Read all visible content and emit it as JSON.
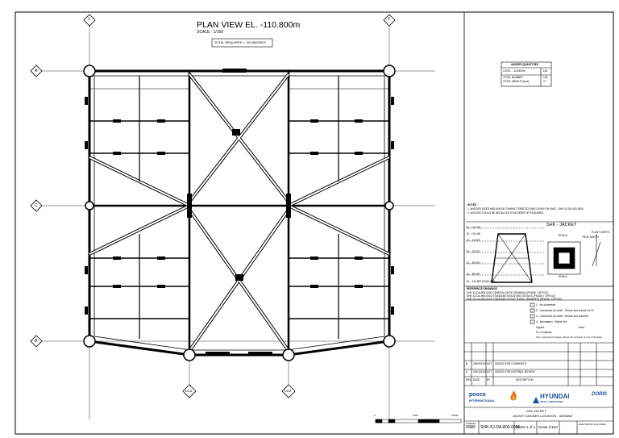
{
  "drawing": {
    "title": "PLAN VIEW EL. -110.800m",
    "scale": "SCALE : 1/150",
    "total_required": "TOTAL REQUIRED =   150 ANODES",
    "grid_top": [
      "1",
      "2"
    ],
    "grid_side": [
      "A",
      "C",
      "B"
    ],
    "grid_bottom": [
      "LC1",
      "LC2"
    ]
  },
  "anode_table": {
    "header": "ANODES QUANTITIES",
    "level_label": "LEVEL : -110.800m",
    "level_value": "150",
    "total_label": "TOTAL NUMBER",
    "total_weight_label": "TOTAL WEIGHT (tons)",
    "total_value": "150",
    "weight_value": "??"
  },
  "notes": {
    "heading": "NOTES",
    "lines": [
      "1. ANODES SIZES AND ANODE CHARACTERISTICS ARE GIVEN ON DWG : SHK-SJ-DA-900-0000",
      "2. ANODES COULD BE INSTALLED STAGGERED IF REQUIRED."
    ]
  },
  "key_plan": {
    "title": "SHK - JACKET",
    "elevations": [
      "EL. +15.000",
      "EL. +10.000",
      "EL. -15.000",
      "EL. -35.000",
      "EL. -65.000",
      "EL. -80.000",
      "EL. -110.800 (MUDLINE)"
    ],
    "labels": [
      "ROW B",
      "ROW A",
      "TRUE NORTH",
      "PLANT NORTH"
    ]
  },
  "reference": {
    "heading": "REFERENCE DRAWINGS",
    "lines": [
      "SHK-SJ-DA-900-0000   GENERAL NOTE DRAWING  (PHASE I OFFICE)",
      "SHK-SJ-DA-900-0001   STANDARD MOUNTING DETAILS  (PHASE I OFFICE)",
      "SHK-SJ-DA-900-0002   STANDARD STRUCTURAL DRAWINGS (PHASE I OFFICE)"
    ]
  },
  "review": {
    "items": [
      "1 - No comments",
      "2 - Comments as noted - Revise and submit for FA",
      "3 - Comments as noted - Revise and resubmit",
      "4 - Information - Reject Not"
    ],
    "signed": "Signed :",
    "date": "Date :",
    "company": "For Company",
    "footnote": "Note : Approval of company relieves the contractor of none of his duties"
  },
  "revisions": [
    {
      "rev": "B",
      "date": "25/04/2013",
      "by": "KST",
      "desc": "ISSUED FOR COMMENTS"
    },
    {
      "rev": "A",
      "date": "30/03/2013",
      "by": "KST",
      "desc": "ISSUED FOR INTERNAL REVIEW"
    },
    {
      "rev": "REV",
      "date": "DATE",
      "by": "BY",
      "desc": "DESCRIPTION"
    }
  ],
  "logos": {
    "posco_1": "posco",
    "posco_2": "INTERNATIONAL",
    "hyundai_1": "HYUNDAI",
    "hyundai_2": "HEAVY INDUSTRIES",
    "doris": "DORIS"
  },
  "title_block": {
    "project": "SHK JACKET",
    "title": "JACKET ANODES LOCATION - 6630MAT",
    "doc_no": "SHK-SJ-DA-800-0056",
    "sheet": "Sheet   1 of 1",
    "scale": "Scale   1/150",
    "file_label": "ELECTRONIC FILE NAME",
    "company": "COMPANY DRAWING NUMBER"
  },
  "scale_bar": {
    "labels": [
      "0",
      "7500",
      "15000"
    ]
  }
}
